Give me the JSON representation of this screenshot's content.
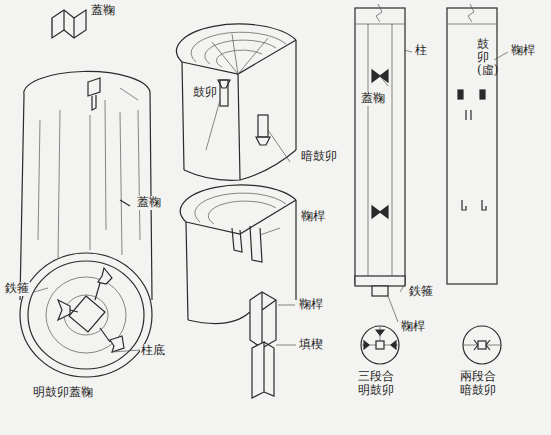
{
  "diagram": {
    "labels": [
      "蓋鞠",
      "鼓卯",
      "暗鼓卯",
      "蓋鞠",
      "鉄箍",
      "柱底",
      "明鼓卯蓋鞠",
      "鞠桿",
      "鞠桿",
      "填楔",
      "柱",
      "蓋鞠",
      "鼓卯(虛)",
      "鞠桿",
      "鉄箍",
      "鞠桿",
      "三段合 明鼓卯",
      "兩段合 暗鼓卯"
    ]
  }
}
